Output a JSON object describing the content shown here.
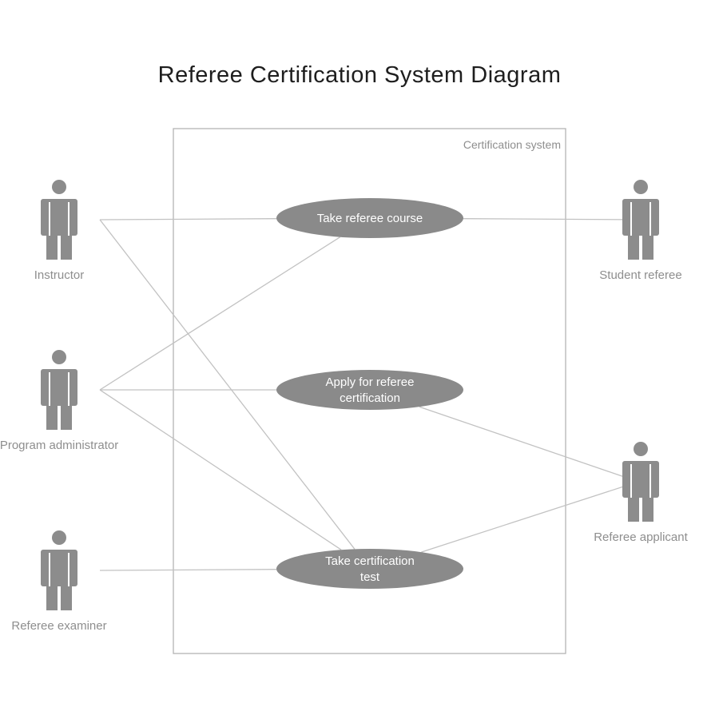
{
  "title": "Referee Certification System Diagram",
  "system_boundary": {
    "label": "Certification system"
  },
  "actors": [
    {
      "id": "student_referee",
      "label": "Student referee"
    },
    {
      "id": "referee_applicant",
      "label": "Referee applicant"
    },
    {
      "id": "instructor",
      "label": "Instructor"
    },
    {
      "id": "program_administrator",
      "label": "Program administrator"
    },
    {
      "id": "referee_examiner",
      "label": "Referee examiner"
    }
  ],
  "use_cases": [
    {
      "id": "take_course",
      "lines": [
        "Take referee course"
      ]
    },
    {
      "id": "apply",
      "lines": [
        "Apply for referee",
        "certification"
      ]
    },
    {
      "id": "take_test",
      "lines": [
        "Take certification",
        "test"
      ]
    }
  ],
  "associations": [
    {
      "actor": "student_referee",
      "use_case": "take_course"
    },
    {
      "actor": "instructor",
      "use_case": "take_course"
    },
    {
      "actor": "instructor",
      "use_case": "take_test"
    },
    {
      "actor": "program_administrator",
      "use_case": "take_course"
    },
    {
      "actor": "program_administrator",
      "use_case": "apply"
    },
    {
      "actor": "program_administrator",
      "use_case": "take_test"
    },
    {
      "actor": "referee_applicant",
      "use_case": "apply"
    },
    {
      "actor": "referee_applicant",
      "use_case": "take_test"
    },
    {
      "actor": "referee_examiner",
      "use_case": "take_test"
    }
  ],
  "colors": {
    "actor": "#8c8c8c",
    "use_case_fill": "#8a8a8a",
    "use_case_text": "#ffffff",
    "line": "#c2c2c2",
    "boundary": "#b4b4b4",
    "label": "#8e8e8e",
    "title": "#1e1e1e"
  }
}
